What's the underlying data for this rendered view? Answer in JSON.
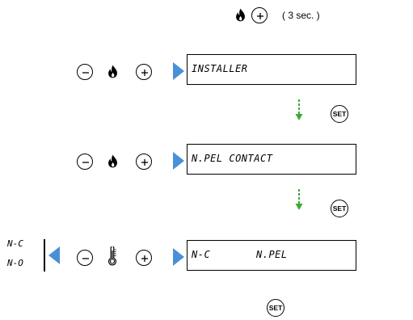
{
  "header": {
    "hold_note": "( 3 sec. )"
  },
  "steps": [
    {
      "display_text": "INSTALLER"
    },
    {
      "display_text": "N.PEL CONTACT"
    },
    {
      "display_left": "N-C",
      "display_right": "N.PEL"
    }
  ],
  "side_options": [
    "N-C",
    "N-O"
  ],
  "set_label": "SET",
  "icons": {
    "flame": "flame-icon",
    "plus": "plus-button-icon",
    "minus": "minus-button-icon",
    "thermometer": "thermometer-icon",
    "arrow_right": "arrow-right-icon",
    "arrow_left": "arrow-left-icon",
    "arrow_down_dashed": "dashed-arrow-down-icon"
  },
  "colors": {
    "arrow_blue": "#4a90d9",
    "arrow_green": "#3aaa35"
  }
}
